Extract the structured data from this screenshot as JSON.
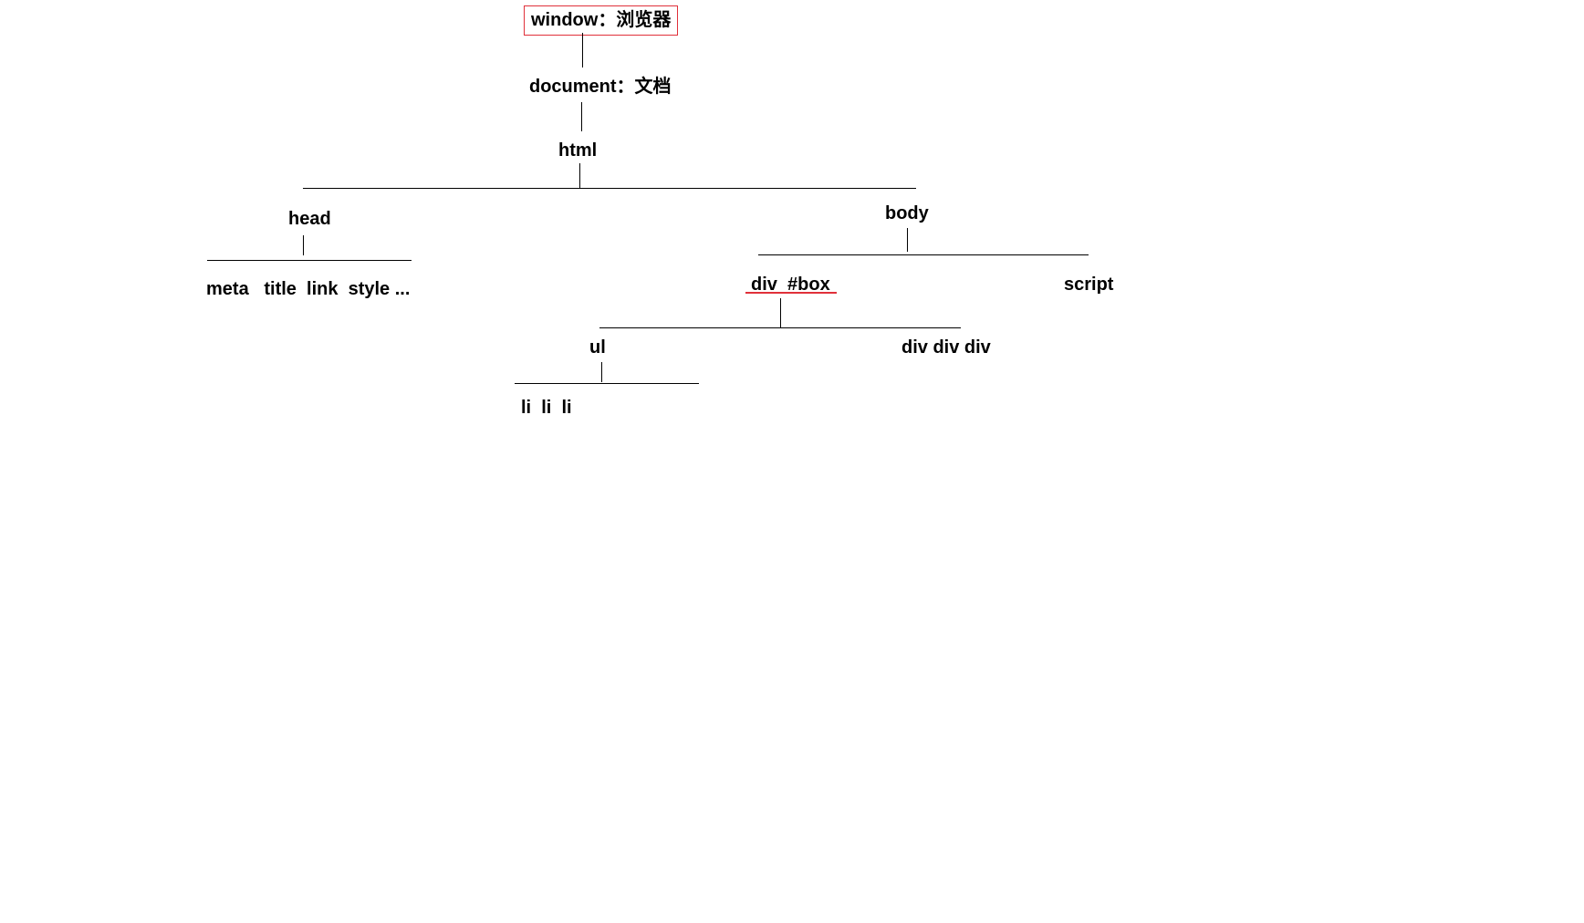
{
  "diagram": {
    "nodes": {
      "window": "window：浏览器",
      "document": "document：文档",
      "html": "html",
      "head": "head",
      "head_children": "meta   title  link  style ...",
      "body": "body",
      "div_box": "div  #box",
      "script": "script",
      "ul": "ul",
      "ul_children": "li  li  li",
      "div_children": "div div div"
    },
    "edges": [
      [
        "window",
        "document"
      ],
      [
        "document",
        "html"
      ],
      [
        "html",
        "head"
      ],
      [
        "html",
        "body"
      ],
      [
        "head",
        "head_children"
      ],
      [
        "body",
        "div_box"
      ],
      [
        "body",
        "script"
      ],
      [
        "div_box",
        "ul"
      ],
      [
        "div_box",
        "div_children"
      ],
      [
        "ul",
        "ul_children"
      ]
    ],
    "highlight_color": "#e0303a",
    "line_color": "#000000"
  }
}
